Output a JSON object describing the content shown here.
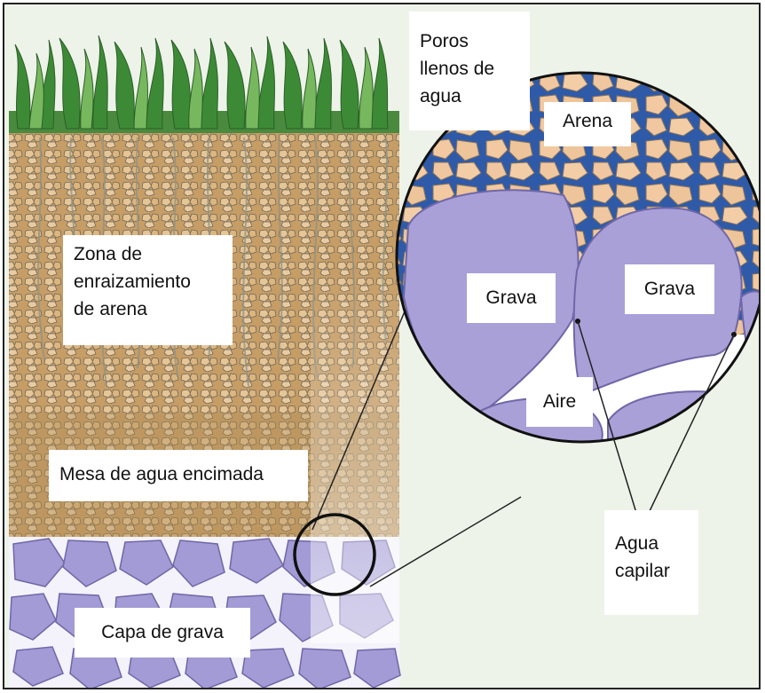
{
  "labels": {
    "poros": "Poros\nllenos de\nagua",
    "arena": "Arena",
    "grava_left": "Grava",
    "grava_right": "Grava",
    "aire": "Aire",
    "zona": "Zona de\nenraizamiento\nde arena",
    "mesa": "Mesa de agua encimada",
    "capa": "Capa de grava",
    "agua_capilar": "Agua\ncapilar"
  },
  "colors": {
    "sand": "#c9a066",
    "sand_light": "#e8c59a",
    "gravel": "#a9a0d8",
    "gravel_edge": "#7d74b4",
    "water": "#2f5aa8",
    "grass": "#3f8a3a"
  }
}
